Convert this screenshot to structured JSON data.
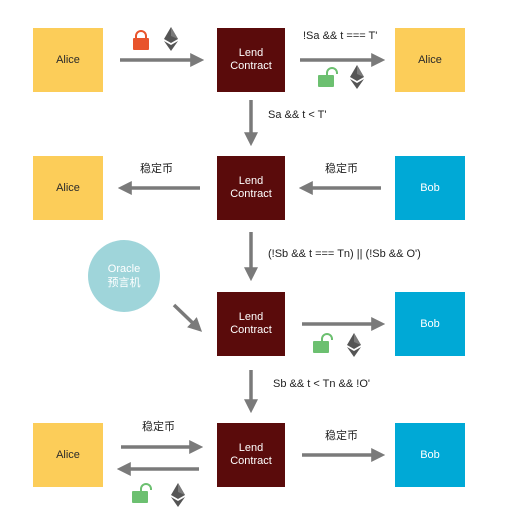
{
  "rows": [
    {
      "left_party": "Alice",
      "contract": [
        "Lend",
        "Contract"
      ],
      "right_party": "Alice",
      "right_label": "!Sa && t === T'"
    },
    {
      "down_label": "Sa && t < T'",
      "left_party": "Alice",
      "left_label": "稳定币",
      "contract": [
        "Lend",
        "Contract"
      ],
      "right_party": "Bob",
      "right_label": "稳定币"
    },
    {
      "down_label": "(!Sb && t === Tn) || (!Sb && O')",
      "contract": [
        "Lend",
        "Contract"
      ],
      "right_party": "Bob"
    },
    {
      "down_label": "Sb  &&  t < Tn  && !O'",
      "left_party": "Alice",
      "left_label": "稳定币",
      "contract": [
        "Lend",
        "Contract"
      ],
      "right_party": "Bob",
      "right_label": "稳定币"
    }
  ],
  "oracle": {
    "line1": "Oracle",
    "line2": "预言机"
  },
  "colors": {
    "alice": "#fccd59",
    "bob": "#00a9d6",
    "contract": "#5a0b0b",
    "oracle": "#9fd5da",
    "arrow": "#7a7a7a",
    "lock_closed": "#e8542c",
    "lock_open": "#6cc070",
    "eth": "#555555"
  },
  "icons": [
    "lock-closed-icon",
    "lock-open-icon",
    "ethereum-icon"
  ]
}
